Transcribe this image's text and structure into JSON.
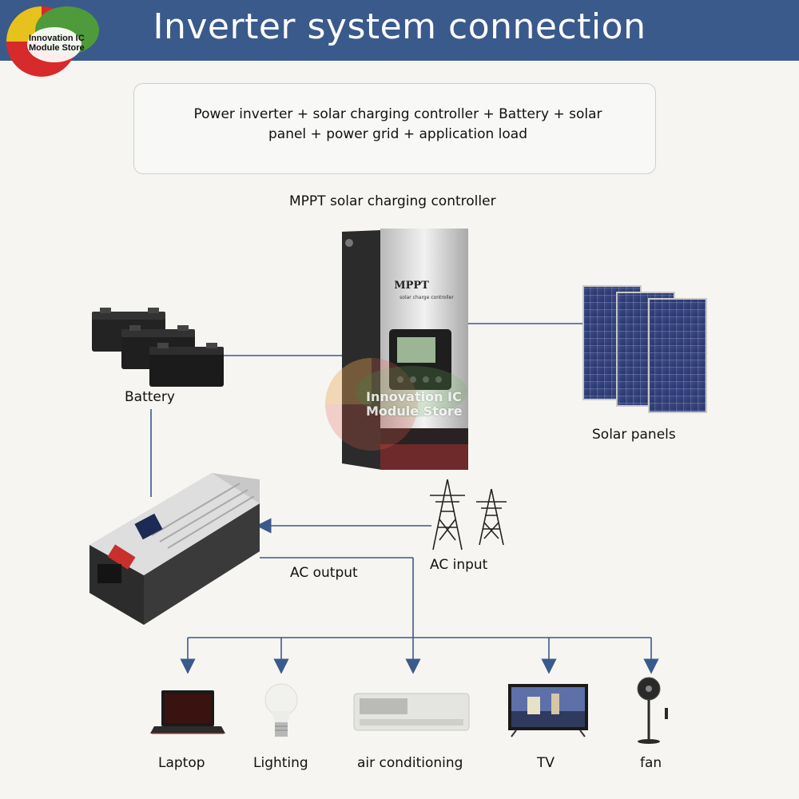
{
  "header": {
    "title": "Inverter system connection"
  },
  "logo": {
    "line1": "Innovation IC",
    "line2": "Module Store",
    "icon": "store-logo-circle"
  },
  "summary": {
    "text": "Power inverter + solar charging controller + Battery + solar panel + power grid + application load"
  },
  "components": {
    "controller": {
      "label": "MPPT solar charging controller",
      "brand": "MPPT",
      "subtitle": "solar charge controller"
    },
    "battery": {
      "label": "Battery"
    },
    "solar_panels": {
      "label": "Solar panels"
    },
    "ac_input": {
      "label": "AC input"
    },
    "ac_output": {
      "label": "AC output"
    }
  },
  "loads": [
    {
      "label": "Laptop",
      "icon": "laptop-icon"
    },
    {
      "label": "Lighting",
      "icon": "light-bulb-icon"
    },
    {
      "label": "air conditioning",
      "icon": "air-conditioner-icon"
    },
    {
      "label": "TV",
      "icon": "tv-icon"
    },
    {
      "label": "fan",
      "icon": "fan-icon"
    }
  ],
  "watermark": {
    "line1": "Innovation IC",
    "line2": "Module Store"
  },
  "colors": {
    "header": "#3a5a8c",
    "connector": "#3a5a8c",
    "background": "#f6f5f1"
  }
}
